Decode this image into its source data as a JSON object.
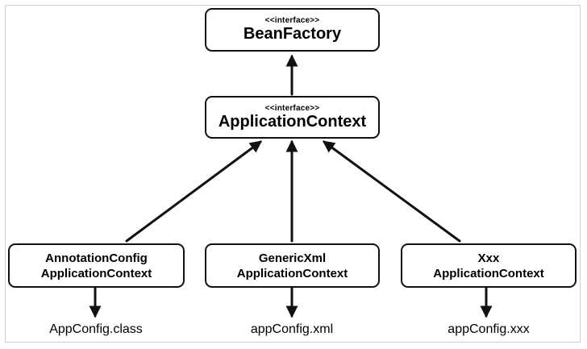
{
  "nodes": {
    "bean_factory": {
      "stereotype": "<<interface>>",
      "name": "BeanFactory"
    },
    "application_context": {
      "stereotype": "<<interface>>",
      "name": "ApplicationContext"
    },
    "annotation_config": {
      "line1": "AnnotationConfig",
      "line2": "ApplicationContext"
    },
    "generic_xml": {
      "line1": "GenericXml",
      "line2": "ApplicationContext"
    },
    "xxx": {
      "line1": "Xxx",
      "line2": "ApplicationContext"
    }
  },
  "configs": {
    "annotation": "AppConfig.class",
    "xml": "appConfig.xml",
    "xxx": "appConfig.xxx"
  }
}
